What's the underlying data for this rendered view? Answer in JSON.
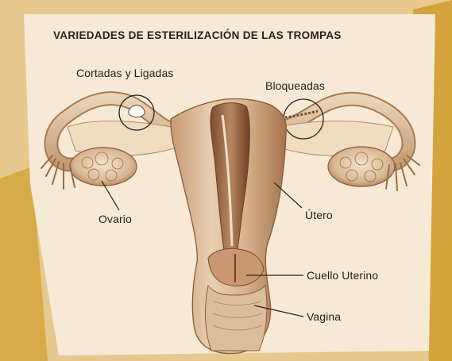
{
  "title": "VARIEDADES DE ESTERILIZACIÓN DE LAS TROMPAS",
  "labels": {
    "cut_tied": "Cortadas y Ligadas",
    "blocked": "Bloqueadas",
    "ovary": "Ovario",
    "uterus": "Útero",
    "cervix": "Cuello Uterino",
    "vagina": "Vagina"
  },
  "colors": {
    "background": "#e7c98f",
    "gold_panel": "#d3a43c",
    "card": "#f6ead6",
    "tissue": "#d9b48c",
    "tissue_dark": "#8c5a3a",
    "line": "#2a2118"
  }
}
